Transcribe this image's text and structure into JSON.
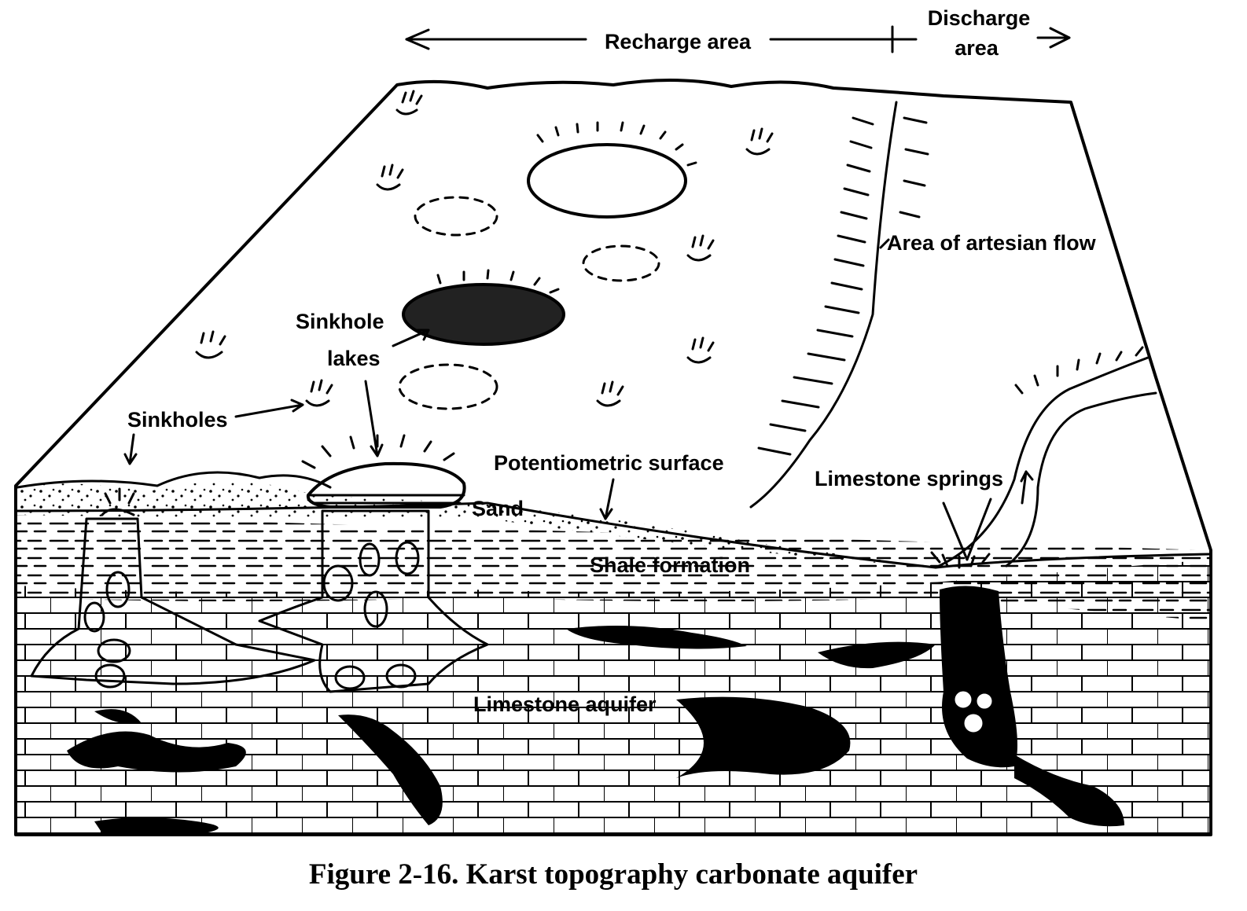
{
  "labels": {
    "recharge_area": "Recharge area",
    "discharge_line1": "Discharge",
    "discharge_line2": "area",
    "artesian_flow": "Area of artesian flow",
    "sinkhole_lakes_line1": "Sinkhole",
    "sinkhole_lakes_line2": "lakes",
    "sinkholes": "Sinkholes",
    "potentiometric_surface": "Potentiometric surface",
    "sand": "Sand",
    "limestone_springs": "Limestone springs",
    "shale_formation": "Shale formation",
    "limestone_aquifer": "Limestone aquifer"
  },
  "caption": "Figure 2-16.  Karst topography carbonate aquifer",
  "colors": {
    "ink": "#000000",
    "paper": "#ffffff"
  }
}
